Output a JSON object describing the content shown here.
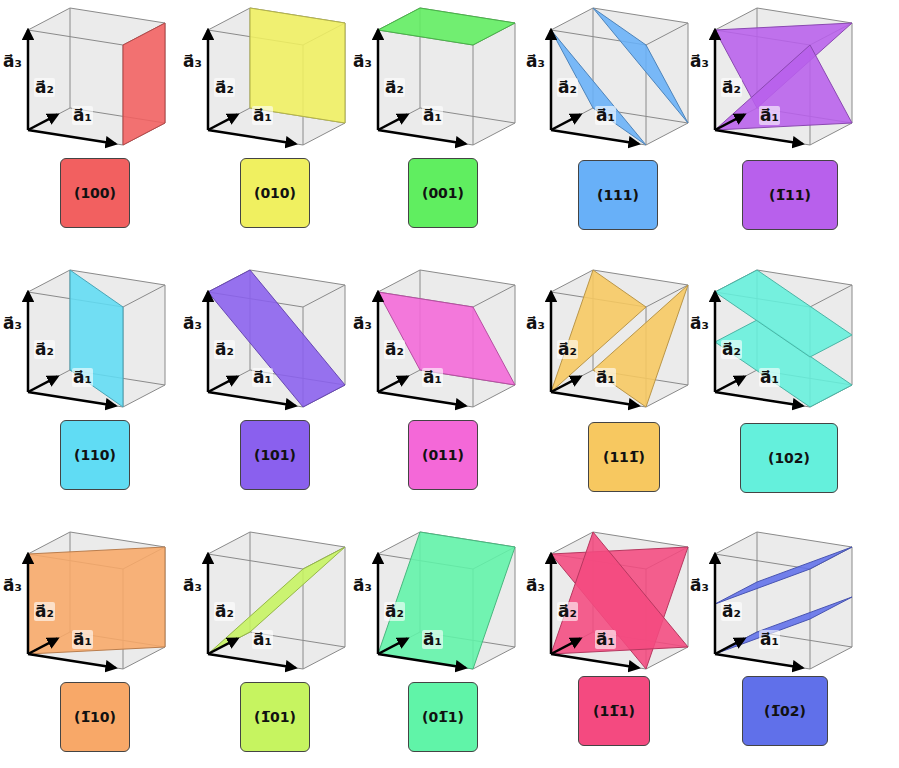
{
  "diagram": {
    "nodes": [
      {
        "text": [
          "(100)"
        ]
      },
      {
        "text": [
          "(010)"
        ]
      },
      {
        "text": [
          "(001)"
        ]
      },
      {
        "text": [
          "(111)"
        ]
      },
      {
        "text": [
          "(1̅11)"
        ]
      },
      {
        "text": [
          "(110)"
        ]
      },
      {
        "text": [
          "(101)"
        ]
      },
      {
        "text": [
          "(011)"
        ]
      },
      {
        "text": [
          "(111̅)"
        ]
      },
      {
        "text": [
          "(102)"
        ]
      },
      {
        "text": [
          "(1̅10)"
        ]
      },
      {
        "text": [
          "(1̅01)"
        ]
      },
      {
        "text": [
          "(01̅1)"
        ]
      },
      {
        "text": [
          "(11̅1)"
        ]
      },
      {
        "text": [
          "(1̅02)"
        ]
      }
    ],
    "labels": [
      "a⃗₃",
      "a⃗₂",
      "a⃗₁",
      "a⃗₃",
      "a⃗₂",
      "a⃗₁",
      "a⃗₃",
      "a⃗₂",
      "a⃗₁",
      "a⃗₃",
      "a⃗₂",
      "a⃗₁",
      "a⃗₃",
      "a⃗₂",
      "a⃗₁",
      "a⃗₃",
      "a⃗₂",
      "a⃗₁",
      "a⃗₃",
      "a⃗₂",
      "a⃗₁",
      "a⃗₃",
      "a⃗₂",
      "a⃗₁",
      "a⃗₃",
      "a⃗₂",
      "a⃗₁",
      "a⃗₃",
      "a⃗₂",
      "a⃗₁",
      "a⃗₃",
      "a⃗₂",
      "a⃗₁",
      "a⃗₃",
      "a⃗₂",
      "a⃗₁",
      "a⃗₃",
      "a⃗₂",
      "a⃗₁",
      "a⃗₃",
      "a⃗₂",
      "a⃗₁",
      "a⃗₃",
      "a⃗₂",
      "a⃗₁"
    ]
  }
}
